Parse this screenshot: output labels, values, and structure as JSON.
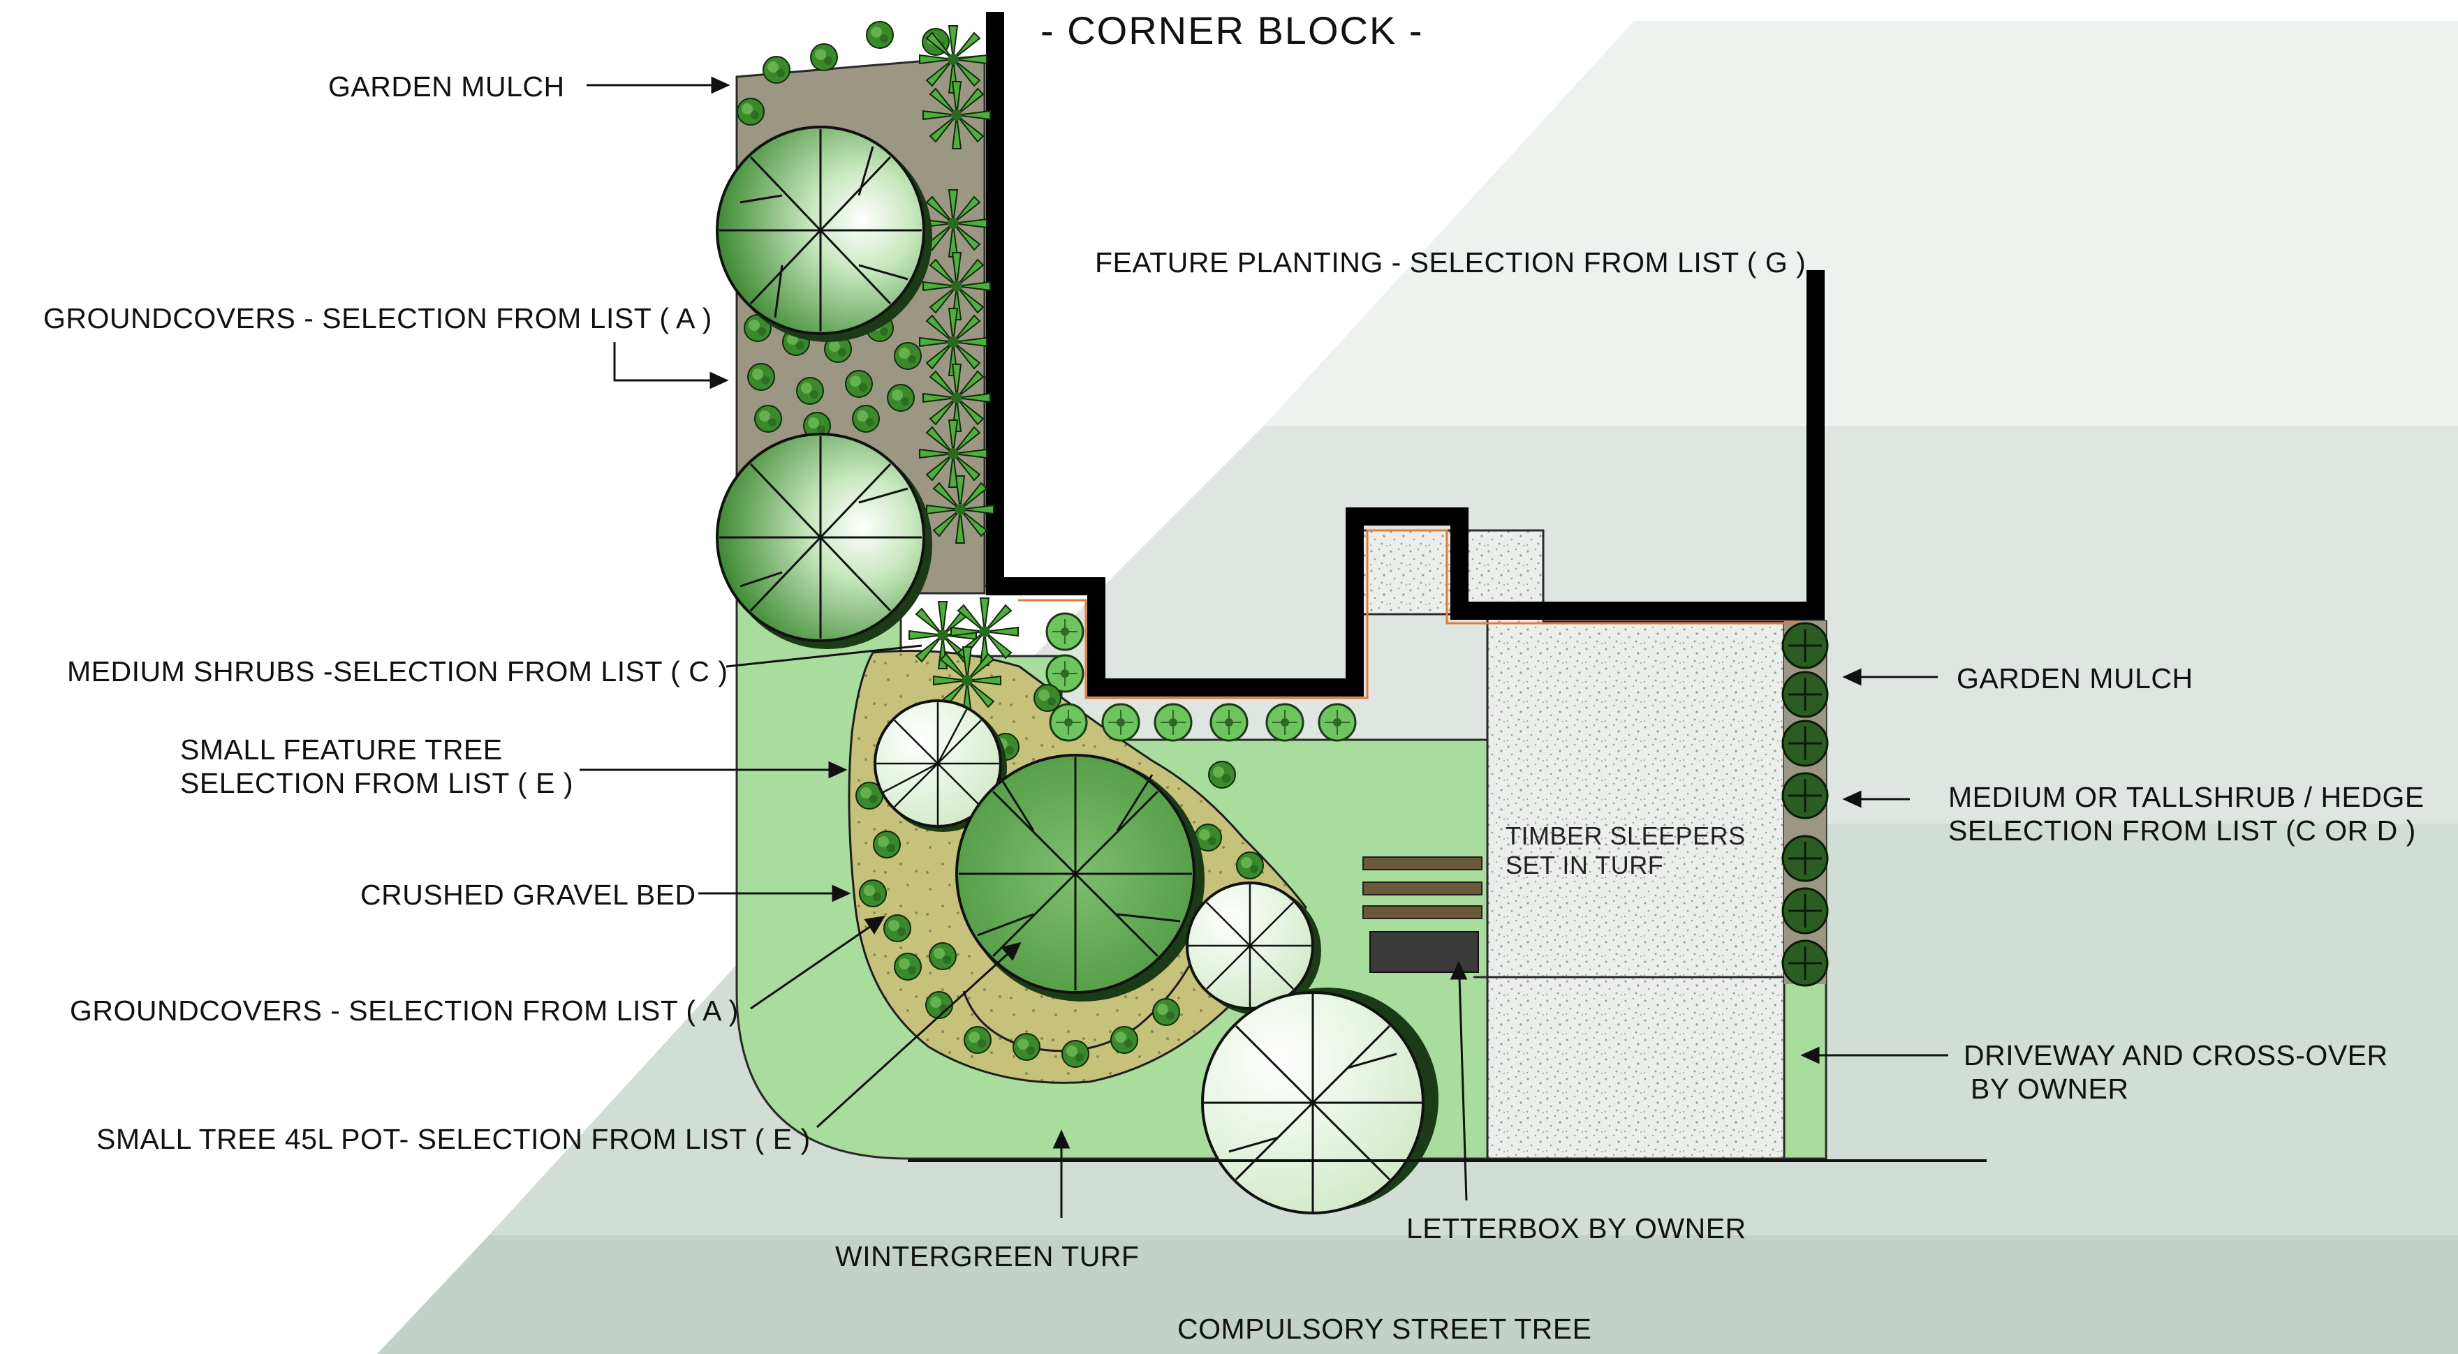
{
  "title": "- CORNER BLOCK -",
  "labels": {
    "garden_mulch_top": "GARDEN MULCH",
    "groundcovers_a_top": "GROUNDCOVERS - SELECTION FROM LIST ( A )",
    "feature_planting": "FEATURE PLANTING  - SELECTION FROM LIST ( G )",
    "medium_shrubs": "MEDIUM SHRUBS -SELECTION FROM LIST ( C )",
    "small_feature_tree_1": "SMALL FEATURE TREE",
    "small_feature_tree_2": "SELECTION FROM LIST ( E )",
    "crushed_gravel": "CRUSHED GRAVEL BED",
    "groundcovers_a_bottom": "GROUNDCOVERS - SELECTION FROM LIST ( A )",
    "small_tree_45l": "SMALL TREE 45L POT- SELECTION FROM LIST ( E )",
    "wintergreen_turf": "WINTERGREEN TURF",
    "compulsory_street_tree": "COMPULSORY STREET TREE",
    "letterbox": "LETTERBOX BY OWNER",
    "timber_sleepers_1": "TIMBER SLEEPERS",
    "timber_sleepers_2": "SET IN TURF",
    "garden_mulch_right": "GARDEN MULCH",
    "hedge_1": "MEDIUM OR TALLSHRUB / HEDGE",
    "hedge_2": "SELECTION FROM LIST (C OR D )",
    "driveway_1": "DRIVEWAY AND CROSS-OVER",
    "driveway_2": "BY OWNER"
  },
  "colors": {
    "background_light": "#dfe6e1",
    "background_mid": "#d2ddd6",
    "background_dark": "#c8d3cc",
    "turf": "#a9dd9d",
    "mulch": "#9c9783",
    "gravel_bed": "#c6c27c",
    "gravel_driveway": "#eceeec",
    "wall": "#000000",
    "tree_dark": "#3f8a34",
    "tree_mid": "#64ab56",
    "shrub": "#3a8a2c",
    "hedge": "#1e4a18",
    "sleeper": "#6b5a3a",
    "letterbox": "#3a3a3a",
    "border_orange": "#e27a3a"
  }
}
